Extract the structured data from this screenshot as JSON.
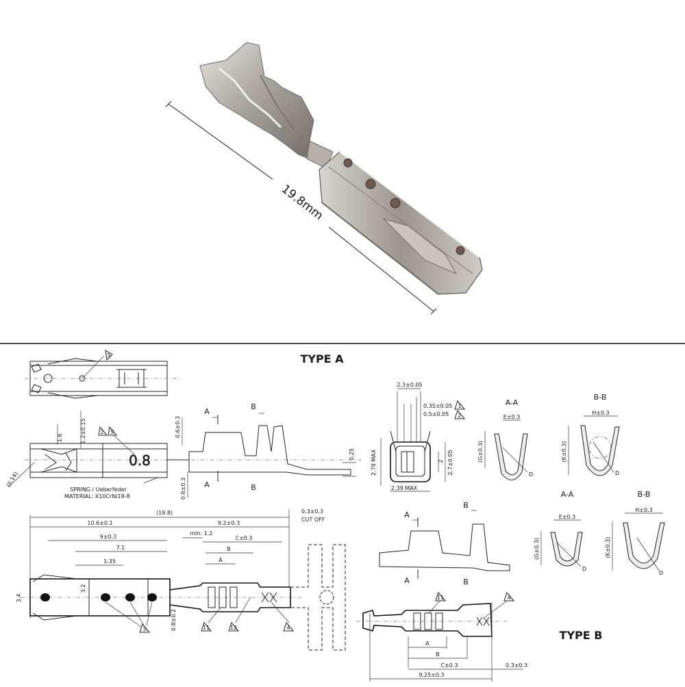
{
  "photo": {
    "length_label": "19.8mm"
  },
  "type_a": {
    "title": "TYPE A",
    "top_view": {
      "note_marker": "5"
    },
    "side_view": {
      "dims": [
        "1.6",
        "1.2±0.15",
        "0.6±0.3",
        "0.6±0.3",
        "0.25",
        "(0.14)"
      ],
      "marking": "0.8",
      "markers": [
        "2",
        "9"
      ],
      "section_labels": [
        "A",
        "A",
        "B",
        "B"
      ],
      "spring_note": "SPRING / Ueberfeder",
      "material_note": "MATERIAL: X10CrNi18-8"
    },
    "end_view": {
      "dims": [
        "2.3±0.05",
        "0.35±0.05",
        "0.5±0.05",
        "2.79 MAX",
        "2",
        "2.7±0.05",
        "2.39 MAX"
      ],
      "markers": [
        "1",
        "2"
      ]
    },
    "section_aa": {
      "title": "A-A",
      "dims": [
        "E±0.3",
        "(G±0.3)",
        "D"
      ]
    },
    "section_bb": {
      "title": "B-B",
      "dims": [
        "H±0.3",
        "(K±0.3)",
        "D"
      ]
    },
    "plan_view": {
      "dims": [
        "(19.8)",
        "10.6±0.1",
        "9.2±0.3",
        "9±0.3",
        "7.1",
        "1.35",
        "min. 1.2",
        "C±0.3",
        "B",
        "A",
        "3.4",
        "3.2",
        "0.8±0.2",
        "0.3±0.3"
      ],
      "cut_off": "CUT OFF",
      "markers": [
        "3",
        "11",
        "12",
        "4"
      ]
    }
  },
  "type_b": {
    "title": "TYPE B",
    "section_labels": [
      "A",
      "A",
      "B",
      "B"
    ],
    "section_aa": {
      "title": "A-A",
      "dims": [
        "E±0.3",
        "(G±0.3)",
        "D"
      ]
    },
    "section_bb": {
      "title": "B-B",
      "dims": [
        "H±0.3",
        "(K±0.3)",
        "D"
      ]
    },
    "plan_view": {
      "dims": [
        "A",
        "B",
        "C±0.3",
        "9.25±0.3",
        "0.3±0.3"
      ],
      "markers": [
        "11",
        "4"
      ]
    }
  }
}
